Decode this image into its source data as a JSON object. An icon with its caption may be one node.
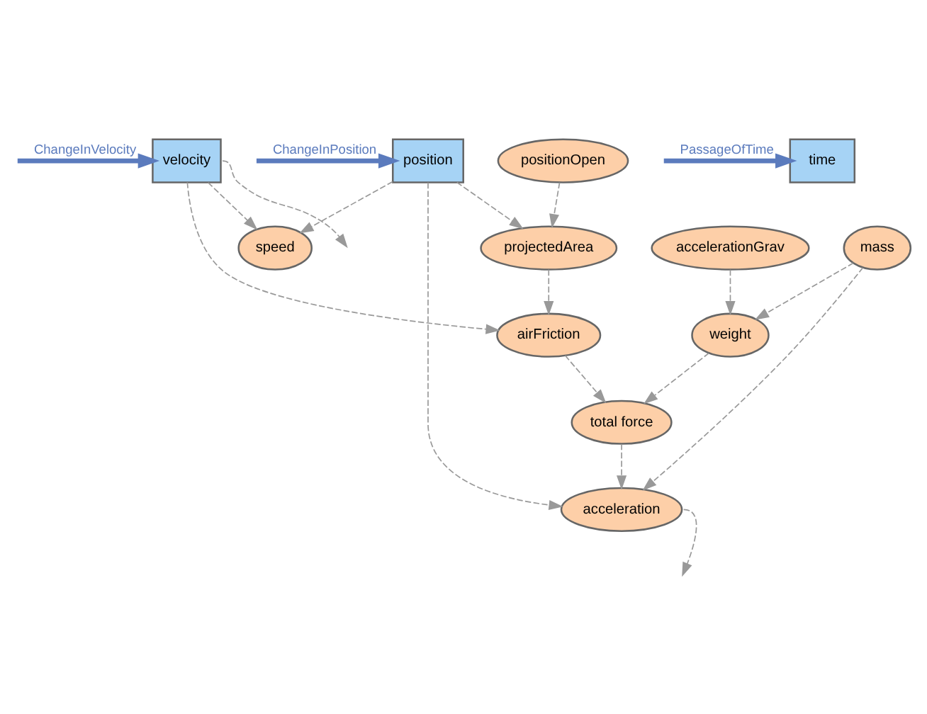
{
  "diagram": {
    "nodes": [
      {
        "text": [
          "position"
        ]
      },
      {
        "text": [
          "velocity"
        ]
      },
      {
        "text": [
          "time"
        ]
      },
      {
        "text": [
          "speed"
        ]
      },
      {
        "text": [
          "airFriction"
        ]
      },
      {
        "text": [
          "acceleration"
        ]
      },
      {
        "text": [
          "total force"
        ]
      },
      {
        "text": [
          "weight"
        ]
      },
      {
        "text": [
          "projectedArea"
        ]
      },
      {
        "text": [
          "mass"
        ]
      },
      {
        "text": [
          "accelerationGrav"
        ]
      },
      {
        "text": [
          "positionOpen"
        ]
      }
    ],
    "edges": [
      {
        "from": null,
        "to": 0,
        "arrow": "to",
        "label": "ChangeInPosition",
        "style": "thick",
        "color": "#5b7bbd"
      },
      {
        "from": 1,
        "to": null,
        "arrow": "to",
        "style": "dashed"
      },
      {
        "from": null,
        "to": 2,
        "arrow": "to",
        "label": "PassageOfTime",
        "style": "thick",
        "color": "#5b7bbd"
      },
      {
        "from": null,
        "to": 1,
        "arrow": "to",
        "label": "ChangeInVelocity",
        "style": "thick",
        "color": "#5b7bbd"
      },
      {
        "from": 0,
        "to": 5,
        "arrow": "to",
        "style": "dashed"
      },
      {
        "from": 0,
        "to": 3,
        "arrow": "to",
        "style": "dashed"
      },
      {
        "from": 0,
        "to": 8,
        "arrow": "to",
        "style": "dashed"
      },
      {
        "from": 1,
        "to": 3,
        "arrow": "to",
        "style": "dashed"
      },
      {
        "from": 1,
        "to": 4,
        "arrow": "to",
        "style": "dashed"
      },
      {
        "from": 5,
        "to": null,
        "arrow": "to",
        "style": "dashed"
      },
      {
        "from": 4,
        "to": 6,
        "arrow": "to",
        "style": "dashed"
      },
      {
        "from": 6,
        "to": 5,
        "arrow": "to",
        "style": "dashed"
      },
      {
        "from": 9,
        "to": 5,
        "arrow": "to",
        "style": "dashed"
      },
      {
        "from": 9,
        "to": 7,
        "arrow": "to",
        "style": "dashed"
      },
      {
        "from": 7,
        "to": 6,
        "arrow": "to",
        "style": "dashed"
      },
      {
        "from": 10,
        "to": 7,
        "arrow": "to",
        "style": "dashed"
      },
      {
        "from": 8,
        "to": 4,
        "arrow": "to",
        "style": "dashed"
      },
      {
        "from": 11,
        "to": 8,
        "arrow": "to",
        "style": "dashed"
      }
    ]
  }
}
